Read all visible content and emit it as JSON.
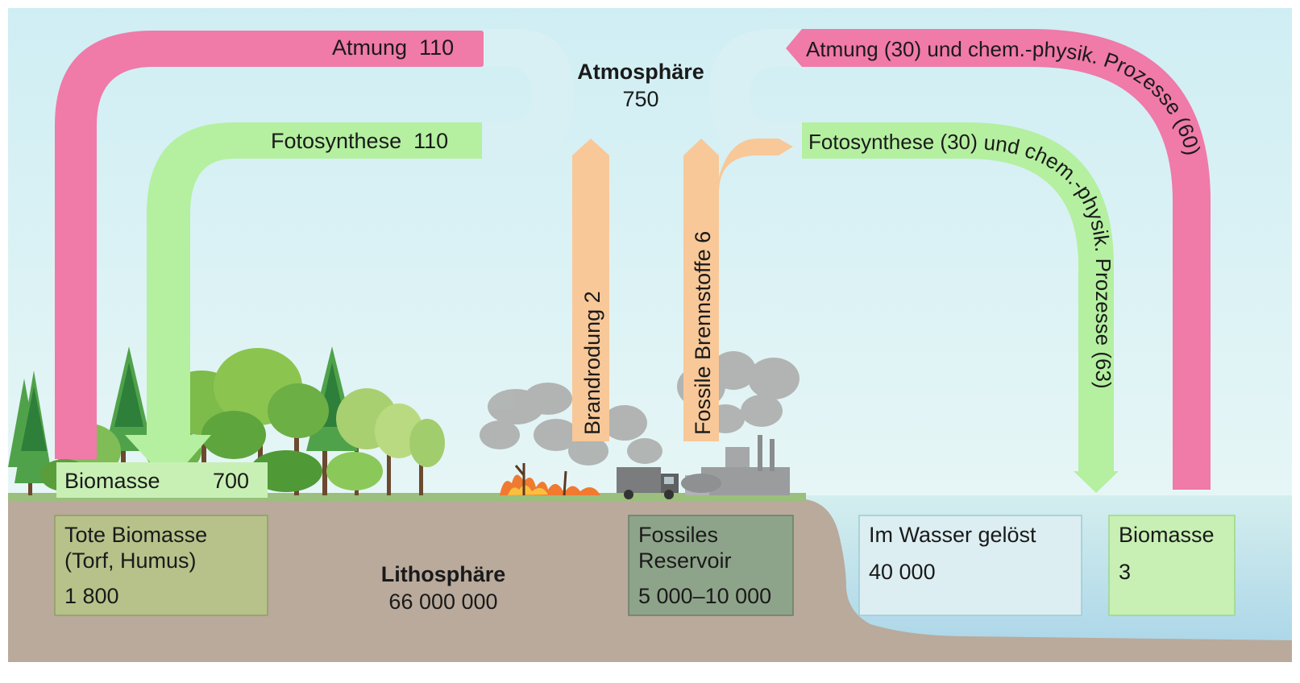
{
  "atmosphere": {
    "title": "Atmosphäre",
    "value": "750"
  },
  "lithosphere": {
    "title": "Lithosphäre",
    "value": "66 000 000"
  },
  "land_flows": {
    "respiration": {
      "label": "Atmung",
      "value": "110"
    },
    "photosynthesis": {
      "label": "Fotosynthese",
      "value": "110"
    }
  },
  "human_flows": {
    "slash_burn": "Brandrodung 2",
    "fossil_fuels": "Fossile Brennstoffe 6"
  },
  "ocean_flows": {
    "respiration": "Atmung (30) und chem.-physik. Prozesse (60)",
    "photosynthesis": "Fotosynthese (30) und chem.-physik. Prozesse (63)"
  },
  "reservoirs": {
    "land_biomass": {
      "label": "Biomasse",
      "value": "700"
    },
    "dead_biomass": {
      "line1": "Tote Biomasse",
      "line2": "(Torf, Humus)",
      "value": "1 800"
    },
    "fossil": {
      "line1": "Fossiles",
      "line2": "Reservoir",
      "value": "5 000–10 000"
    },
    "dissolved": {
      "label": "Im Wasser gelöst",
      "value": "40 000"
    },
    "ocean_biomass": {
      "label": "Biomasse",
      "value": "3"
    }
  },
  "colors": {
    "sky": "#dff3f7",
    "respiration": "#f07aa8",
    "photosynthesis": "#b4f0a0",
    "human": "#f8c898",
    "atmosphere_arrow": "#d8f0f4",
    "ground": "#b8a898",
    "water": "#c8e6ec",
    "dead_biomass_box": "#b6c28a",
    "fossil_box": "#8ea48a",
    "dissolved_box": "#dceef2",
    "ocean_biomass_box": "#c8f0b4"
  },
  "icons": [
    "forest-icon",
    "fire-icon",
    "smoke-icon",
    "truck-icon",
    "factory-icon"
  ]
}
